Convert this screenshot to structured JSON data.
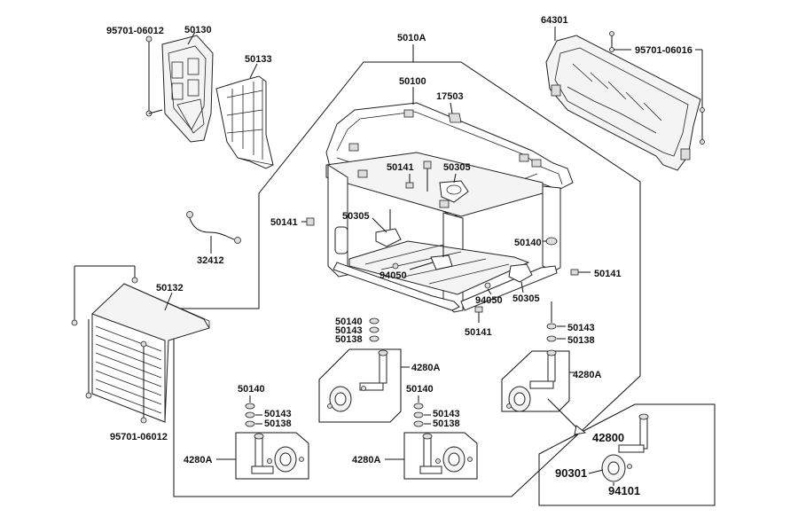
{
  "labels": {
    "label_95701_06012_top": "95701-06012",
    "label_50130": "50130",
    "label_50133": "50133",
    "label_5010A": "5010A",
    "label_64301": "64301",
    "label_95701_06016": "95701-06016",
    "label_50100": "50100",
    "label_17503": "17503",
    "label_50141_a": "50141",
    "label_50305_a": "50305",
    "label_50141_b": "50141",
    "label_50305_b": "50305",
    "label_32412": "32412",
    "label_50140_a": "50140",
    "label_50141_c": "50141",
    "label_94050_a": "94050",
    "label_94050_b": "94050",
    "label_50305_c": "50305",
    "label_50132": "50132",
    "label_50141_d": "50141",
    "label_50143_a": "50143",
    "label_50138_a": "50138",
    "label_50140_b": "50140",
    "label_50143_b": "50143",
    "label_50138_b": "50138",
    "label_4280A_a": "4280A",
    "label_4280A_b": "4280A",
    "label_50140_c": "50140",
    "label_50143_c": "50143",
    "label_50138_c": "50138",
    "label_50140_d": "50140",
    "label_50143_d": "50143",
    "label_50138_d": "50138",
    "label_95701_06012_bottom": "95701-06012",
    "label_4280A_c": "4280A",
    "label_4280A_d": "4280A",
    "label_42800": "42800",
    "label_90301": "90301",
    "label_94101": "94101"
  }
}
